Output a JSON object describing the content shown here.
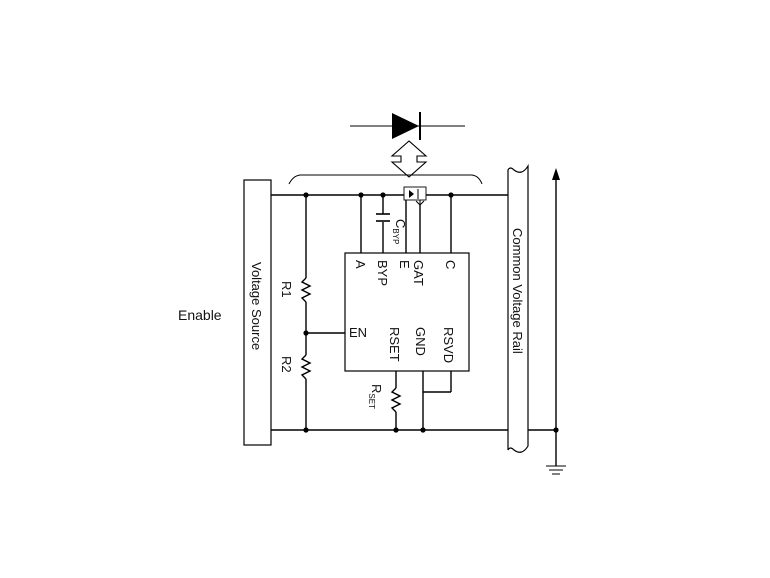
{
  "diagram": {
    "enable_label": "Enable",
    "voltage_source_label": "Voltage Source",
    "common_rail_label": "Common Voltage Rail",
    "resistors": {
      "r1": "R1",
      "r2": "R2",
      "rset_main": "R",
      "rset_sub": "SET"
    },
    "capacitor": {
      "main": "C",
      "sub": "BYP"
    },
    "chip": {
      "top_pins": {
        "a": "A",
        "byp": "BYP",
        "e": "E",
        "gat": "GAT",
        "c": "C"
      },
      "mid_pins": {
        "en": "EN",
        "rset": "RSET",
        "gnd": "GND",
        "rsvd": "RSVD"
      }
    }
  }
}
